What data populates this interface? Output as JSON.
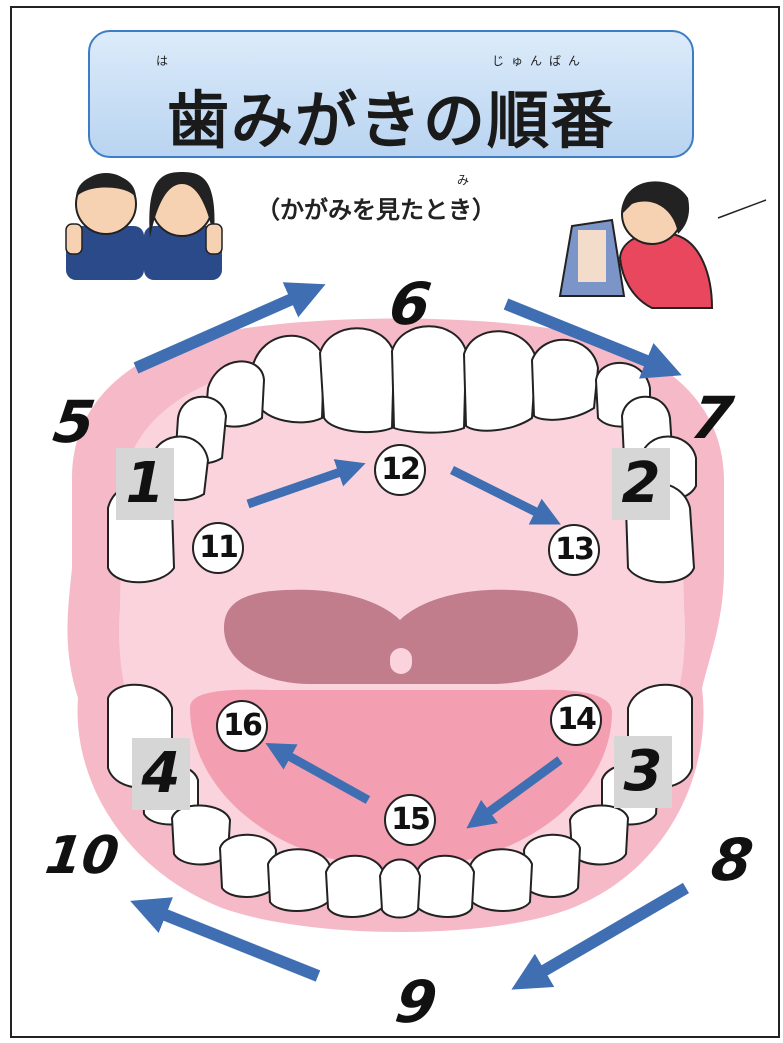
{
  "title": {
    "ruby_ha": "は",
    "ruby_junban": "じゅんばん",
    "text": "歯みがきの順番"
  },
  "subtitle": {
    "ruby_mi": "み",
    "text": "（かがみを見たとき）"
  },
  "icons": {
    "students": "students-brushing-icon",
    "child": "child-brushing-at-mirror-icon"
  },
  "outer_steps": [
    "5",
    "6",
    "7",
    "8",
    "9",
    "10"
  ],
  "boxed_steps": [
    "1",
    "2",
    "3",
    "4"
  ],
  "inner_steps": [
    "11",
    "12",
    "13",
    "14",
    "15",
    "16"
  ],
  "colors": {
    "gum": "#f6b9c8",
    "mouth": "#fbd3dd",
    "tongue": "#c27d8c",
    "lower_tongue": "#f49eb2",
    "arrow": "#3f6fb2",
    "title_border": "#3d7dc5"
  }
}
